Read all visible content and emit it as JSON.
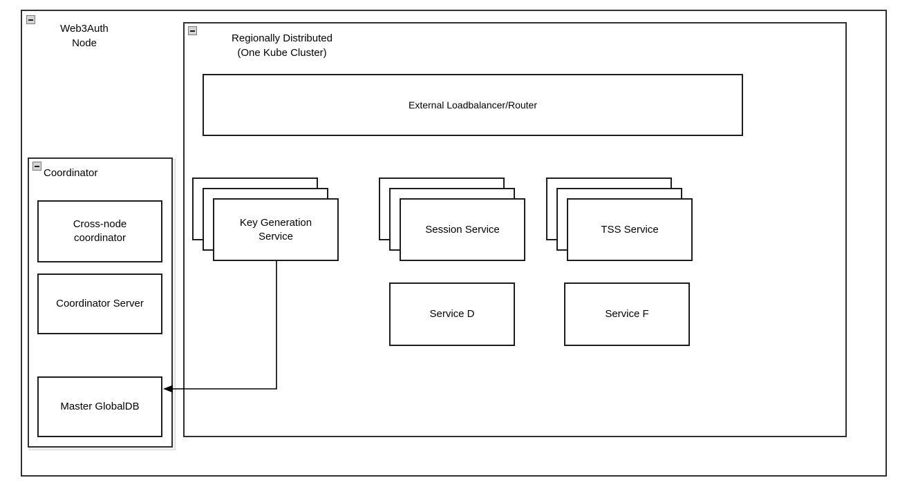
{
  "diagram": {
    "title": "Web3Auth Node architecture",
    "background": "#ffffff",
    "line_color": "#1c1c1c"
  },
  "outer_group": {
    "label": "Web3Auth\nNode",
    "collapse_icon": "collapse-minus-icon"
  },
  "cluster_group": {
    "label": "Regionally Distributed\n(One Kube Cluster)",
    "collapse_icon": "collapse-minus-icon"
  },
  "coordinator_group": {
    "label": "Coordinator",
    "collapse_icon": "collapse-minus-icon",
    "nodes": [
      {
        "label": "Cross-node\ncoordinator"
      },
      {
        "label": "Coordinator Server"
      },
      {
        "label": "Master GlobalDB"
      }
    ]
  },
  "loadbalancer": {
    "label": "External Loadbalancer/Router"
  },
  "stacked_services": [
    {
      "label": "Key Generation\nService",
      "replicas": 3
    },
    {
      "label": "Session Service",
      "replicas": 3
    },
    {
      "label": "TSS Service",
      "replicas": 3
    }
  ],
  "plain_services": [
    {
      "label": "Service D"
    },
    {
      "label": "Service F"
    }
  ],
  "connectors": [
    {
      "name": "key-generation-service-to-master-globaldb",
      "from": "Key Generation Service",
      "to": "Master GlobalDB",
      "arrow": "end"
    }
  ]
}
